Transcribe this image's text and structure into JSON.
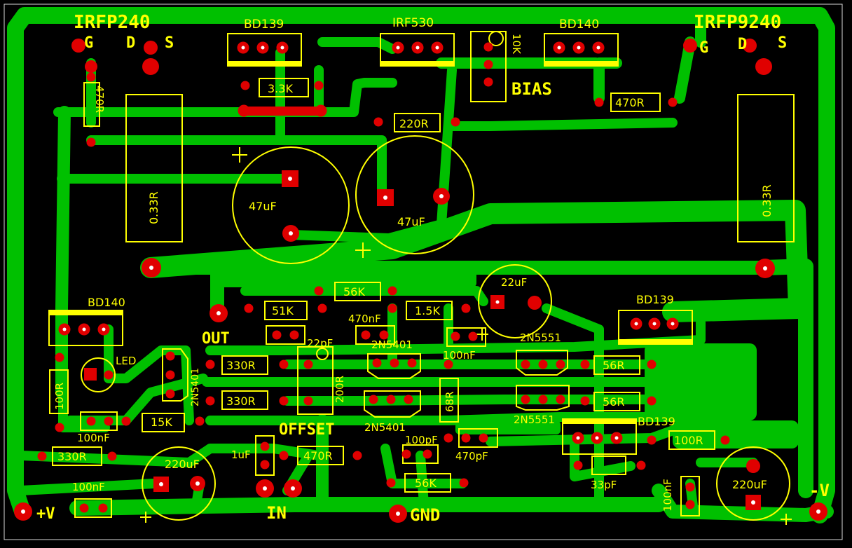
{
  "colors": {
    "background": "#000000",
    "trace": "#00C000",
    "pad": "#E00000",
    "silkscreen": "#FFFF00",
    "outline": "#D8D8D8"
  },
  "pins": {
    "left_g": "G",
    "left_d": "D",
    "left_s": "S",
    "right_g": "G",
    "right_d": "D",
    "right_s": "S"
  },
  "titles": {
    "irfp240": "IRFP240",
    "irfp9240": "IRFP9240",
    "bd139_top": "BD139",
    "irf530": "IRF530",
    "bd140_top": "BD140",
    "bias": "BIAS",
    "bias_pot": "10K",
    "bd140_left": "BD140",
    "bd139_right": "BD139",
    "bd139_bottom": "BD139",
    "out": "OUT",
    "offset": "OFFSET",
    "in": "IN",
    "gnd": "GND",
    "vplus": "+V",
    "vminus": "-V",
    "led": "LED"
  },
  "parts": {
    "r_3k3": "3.3K",
    "r_470_top_left": "470R",
    "r_470_top_right": "470R",
    "r_220": "220R",
    "r_033_left": "0.33R",
    "r_033_right": "0.33R",
    "c_47_left": "47uF",
    "c_47_right": "47uF",
    "r_56k_top": "56K",
    "r_51k": "51K",
    "r_15k_mid": "1.5K",
    "c_470n": "470nF",
    "c_22u": "22uF",
    "c_22p": "22pF",
    "q_2n5401_top": "2N5401",
    "q_2n5551_top": "2N5551",
    "c_100n_mid": "100nF",
    "r_330_a": "330R",
    "r_330_b": "330R",
    "r_200": "200R",
    "q_2n5401_left": "2N5401",
    "r_100_left": "100R",
    "c_100n_left": "100nF",
    "r_15k": "15K",
    "r_68": "68R",
    "r_56_a": "56R",
    "r_56_b": "56R",
    "q_2n5551_bottom": "2N5551",
    "q_2n5401_bottom": "2N5401",
    "c_100p": "100pF",
    "c_470p": "470pF",
    "r_100_right": "100R",
    "c_33p": "33pF",
    "r_330_bottom": "330R",
    "c_220u_left": "220uF",
    "c_100n_bottom": "100nF",
    "c_1u": "1uF",
    "r_470_bottom": "470R",
    "r_56k_bottom": "56K",
    "c_100n_right": "100nF",
    "c_220u_right": "220uF",
    "plus_sign": "+"
  }
}
